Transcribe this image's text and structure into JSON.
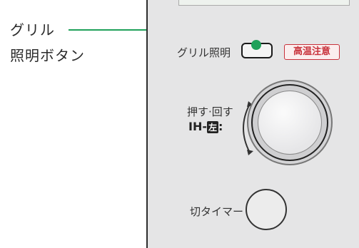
{
  "callout": {
    "line1": "グリル",
    "line2": "照明ボタン"
  },
  "panel": {
    "grill_light_label": "グリル照明",
    "warning_badge": "高温注意",
    "knob_label_line1": "押す·回す",
    "knob_label_ih": "IH-",
    "knob_label_box": "左",
    "off_timer_label": "切タイマー"
  },
  "colors": {
    "leader": "#1fa15a",
    "warning": "#c8323b"
  }
}
